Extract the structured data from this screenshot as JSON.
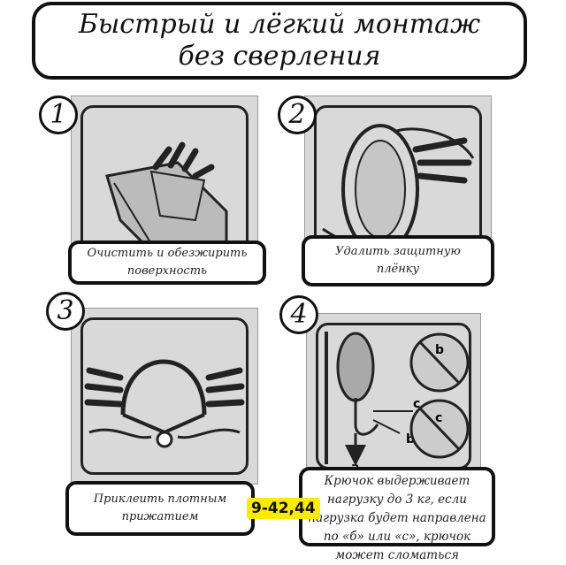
{
  "title": {
    "line1": "Быстрый и лёгкий монтаж",
    "line2": "без сверления"
  },
  "steps": [
    {
      "number": "1",
      "caption": "Очистить и обезжирить поверхность"
    },
    {
      "number": "2",
      "caption": "Удалить защитную плёнку"
    },
    {
      "number": "3",
      "caption": "Приклеить плотным прижатием"
    },
    {
      "number": "4",
      "caption": "Крючок выдерживает нагрузку до 3 кг, если нагрузка будет направлена по «б» или «с», крючок может сломаться"
    }
  ],
  "diagram_labels": {
    "a": "a",
    "b": "b",
    "c": "c"
  },
  "price_badge": "9-42,44"
}
